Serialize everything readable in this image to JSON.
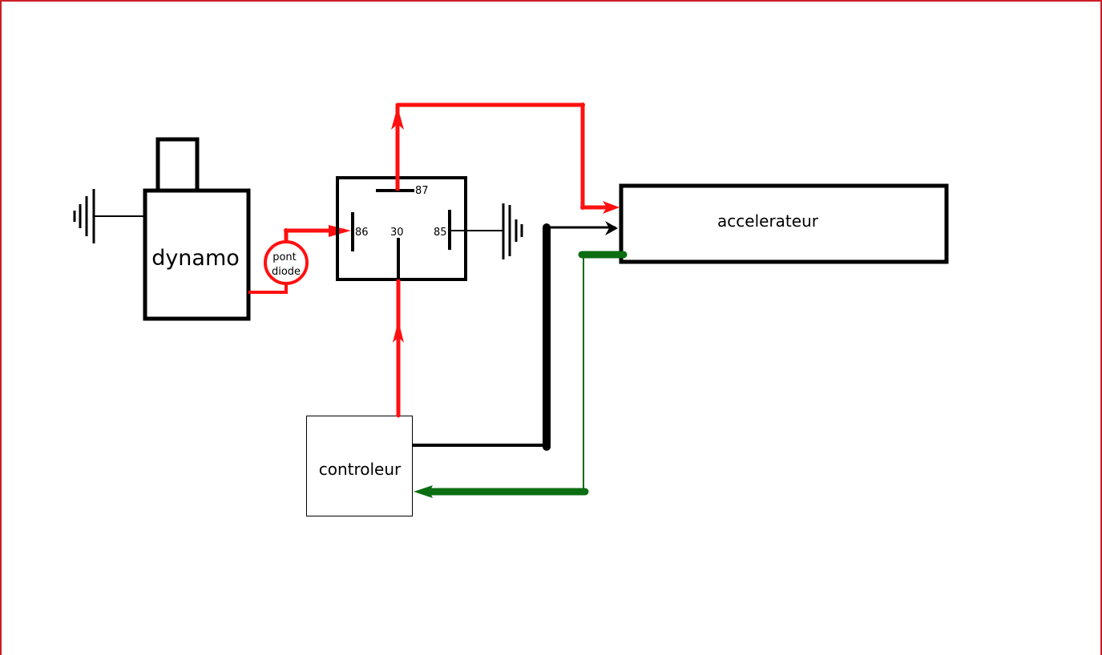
{
  "diagram": {
    "title": "",
    "colors": {
      "frame": "#cc1f25",
      "positive_wire": "#ff1010",
      "ground_wire": "#000000",
      "signal_wire": "#0b6e12",
      "component_stroke": "#000000"
    },
    "components": {
      "dynamo": {
        "label": "dynamo"
      },
      "diode_bridge": {
        "label_line1": "pont",
        "label_line2": "diode"
      },
      "relay": {
        "pins": {
          "p87": "87",
          "p86": "86",
          "p30": "30",
          "p85": "85"
        }
      },
      "accelerator": {
        "label": "accelerateur"
      },
      "controller": {
        "label": "controleur"
      }
    },
    "grounds": [
      {
        "attached_to": "dynamo"
      },
      {
        "attached_to": "relay pin 85"
      }
    ],
    "connections": [
      {
        "from": "dynamo",
        "to": "diode_bridge",
        "color": "red"
      },
      {
        "from": "diode_bridge",
        "to": "relay pin 86",
        "color": "red",
        "arrow": true
      },
      {
        "from": "controller",
        "to": "relay pin 30",
        "color": "red",
        "arrow": true
      },
      {
        "from": "relay pin 87",
        "to": "accelerator",
        "color": "red",
        "arrow": true
      },
      {
        "from": "controller",
        "to": "accelerator",
        "color": "black",
        "arrow": true
      },
      {
        "from": "accelerator",
        "to": "controller",
        "color": "green",
        "arrow": true
      }
    ]
  }
}
